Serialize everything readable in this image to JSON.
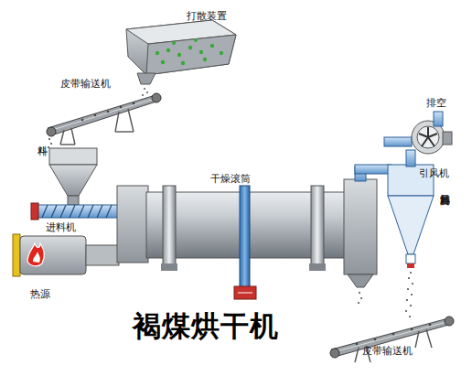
{
  "diagram": {
    "title": "褐煤烘干机",
    "labels": [
      "打散装置",
      "皮带输送机",
      "料斗",
      "进料机",
      "热源",
      "干燥滚筒",
      "排空",
      "引风机",
      "旋风卸料器",
      "皮带输送机"
    ]
  }
}
